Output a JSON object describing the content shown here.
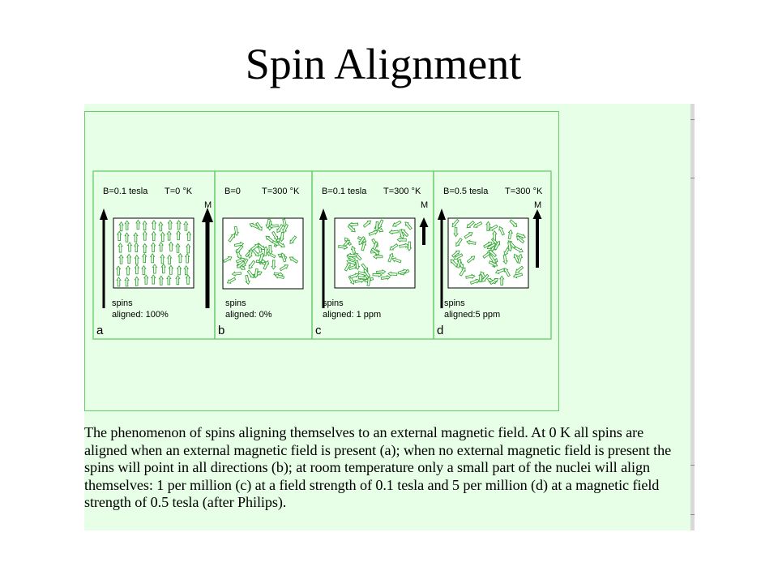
{
  "slide": {
    "title": "Spin Alignment"
  },
  "figure": {
    "panels": [
      {
        "id": "a",
        "field_label": "B=0.1 tesla",
        "temp_label": "T=0 °K",
        "moment_label": "M",
        "spins_label": "spins",
        "aligned_label": "aligned: 100%",
        "letter": "a",
        "aligned_fraction": 1.0
      },
      {
        "id": "b",
        "field_label": "B=0",
        "temp_label": "T=300 °K",
        "moment_label": "",
        "spins_label": "spins",
        "aligned_label": "aligned: 0%",
        "letter": "b",
        "aligned_fraction": 0.0
      },
      {
        "id": "c",
        "field_label": "B=0.1 tesla",
        "temp_label": "T=300 °K",
        "moment_label": "M",
        "spins_label": "spins",
        "aligned_label": "aligned: 1 ppm",
        "letter": "c",
        "aligned_fraction": 1e-06
      },
      {
        "id": "d",
        "field_label": "B=0.5 tesla",
        "temp_label": "T=300 °K",
        "moment_label": "M",
        "spins_label": "spins",
        "aligned_label": "aligned:5 ppm",
        "letter": "d",
        "aligned_fraction": 5e-06
      }
    ]
  },
  "caption": {
    "text": "The phenomenon of spins aligning themselves to an external magnetic field. At 0 K all spins are aligned when an external magnetic field is present (a); when no external magnetic field is present the spins will point in all directions (b); at room temperature only a small part of the nuclei will align themselves: 1 per million (c) at a field strength of 0.1 tesla and 5 per million (d) at a magnetic field strength of 0.5 tesla (after Philips)."
  },
  "colors": {
    "background": "#e6ffe6",
    "panel_border": "#66cc66",
    "spin_stroke": "#33aa33",
    "arrow": "#000000"
  }
}
